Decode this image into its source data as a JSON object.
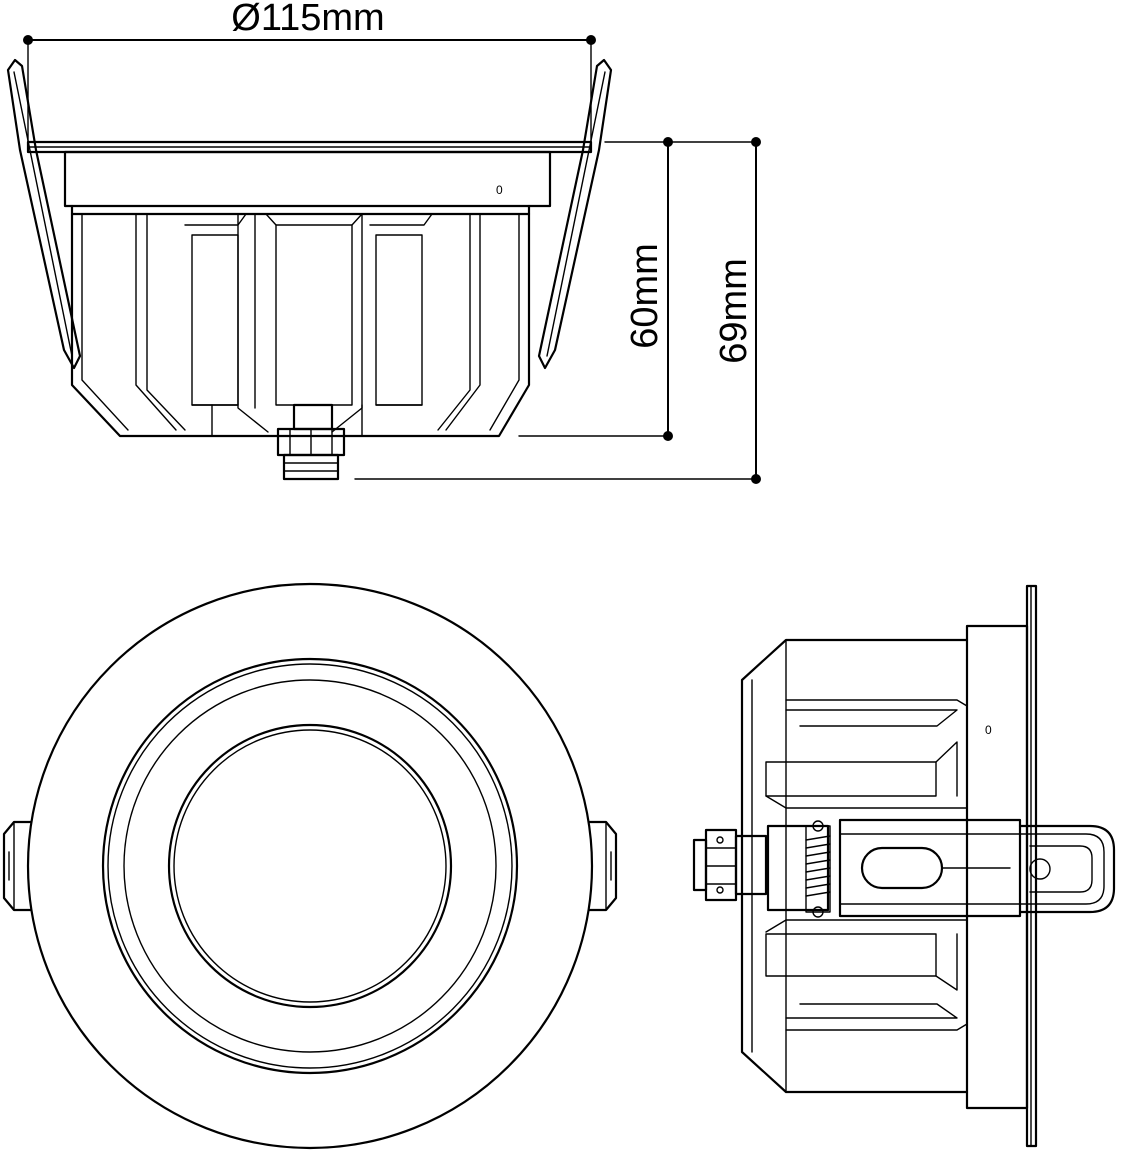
{
  "dimensions": {
    "diameter": "Ø115mm",
    "body_height": "60mm",
    "total_height": "69mm"
  },
  "marks": {
    "front_marker": "0",
    "side_marker": "0"
  }
}
